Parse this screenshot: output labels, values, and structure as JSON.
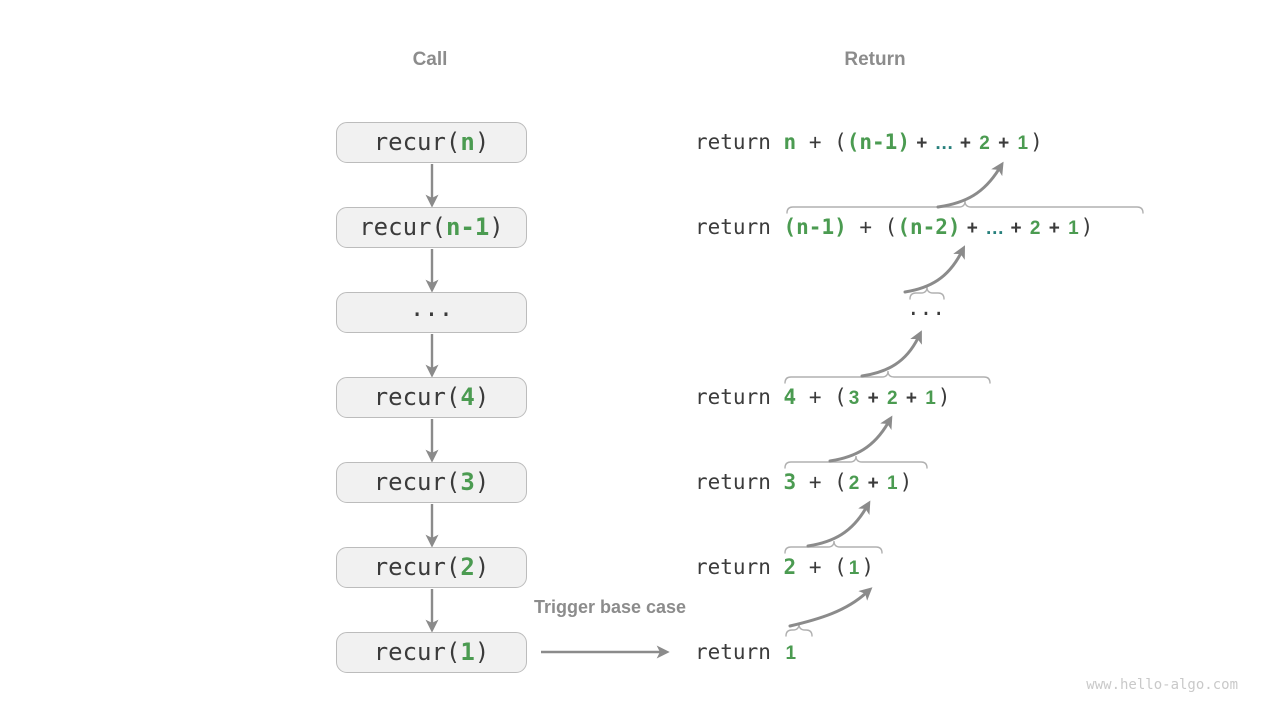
{
  "headers": {
    "call": "Call",
    "return": "Return"
  },
  "labels": {
    "trigger": "Trigger base case"
  },
  "watermark": "www.hello-algo.com",
  "colors": {
    "green": "#4b9b51",
    "teal": "#27807c",
    "dark": "#3b3b3b",
    "gray": "#8c8c8c",
    "arrow": "#8b8b8b",
    "brace": "#b0b0b0",
    "boxfill": "#f1f1f1",
    "boxborder": "#bcbcbc",
    "watermark": "#c9c9c9",
    "bg": "#ffffff"
  },
  "icons": [
    "down-arrow-icon",
    "right-arrow-icon",
    "curved-return-arrow-icon",
    "overbrace-icon"
  ],
  "call_stack": [
    {
      "label": "recur(n)",
      "segments": [
        {
          "t": "recur(",
          "s": "code"
        },
        {
          "t": "n",
          "s": "kw"
        },
        {
          "t": ")",
          "s": "code"
        }
      ]
    },
    {
      "label": "recur(n-1)",
      "segments": [
        {
          "t": "recur(",
          "s": "code"
        },
        {
          "t": "n-1",
          "s": "kw"
        },
        {
          "t": ")",
          "s": "code"
        }
      ]
    },
    {
      "label": "...",
      "segments": [
        {
          "t": "...",
          "s": "code"
        }
      ]
    },
    {
      "label": "recur(4)",
      "segments": [
        {
          "t": "recur(",
          "s": "code"
        },
        {
          "t": "4",
          "s": "kw"
        },
        {
          "t": ")",
          "s": "code"
        }
      ]
    },
    {
      "label": "recur(3)",
      "segments": [
        {
          "t": "recur(",
          "s": "code"
        },
        {
          "t": "3",
          "s": "kw"
        },
        {
          "t": ")",
          "s": "code"
        }
      ]
    },
    {
      "label": "recur(2)",
      "segments": [
        {
          "t": "recur(",
          "s": "code"
        },
        {
          "t": "2",
          "s": "kw"
        },
        {
          "t": ")",
          "s": "code"
        }
      ]
    },
    {
      "label": "recur(1)",
      "segments": [
        {
          "t": "recur(",
          "s": "code"
        },
        {
          "t": "1",
          "s": "kw"
        },
        {
          "t": ")",
          "s": "code"
        }
      ]
    }
  ],
  "return_rows": [
    {
      "label": "return n + ((n-1) + … + 2 + 1)",
      "segments": [
        {
          "t": "return ",
          "s": "code"
        },
        {
          "t": "n",
          "s": "kw"
        },
        {
          "t": " + (",
          "s": "code"
        },
        {
          "t": "(n-1)",
          "s": "kw"
        },
        {
          "t": " + ",
          "s": "plus"
        },
        {
          "t": "…",
          "s": "dots"
        },
        {
          "t": " + ",
          "s": "plus"
        },
        {
          "t": "2",
          "s": "num"
        },
        {
          "t": " + ",
          "s": "plus"
        },
        {
          "t": "1",
          "s": "num"
        },
        {
          "t": ")",
          "s": "code"
        }
      ]
    },
    {
      "label": "return (n-1) + ((n-2) + … + 2 + 1)",
      "segments": [
        {
          "t": "return ",
          "s": "code"
        },
        {
          "t": "(n-1)",
          "s": "kw"
        },
        {
          "t": " + (",
          "s": "code"
        },
        {
          "t": "(n-2)",
          "s": "kw"
        },
        {
          "t": " + ",
          "s": "plus"
        },
        {
          "t": "…",
          "s": "dots"
        },
        {
          "t": " + ",
          "s": "plus"
        },
        {
          "t": "2",
          "s": "num"
        },
        {
          "t": " + ",
          "s": "plus"
        },
        {
          "t": "1",
          "s": "num"
        },
        {
          "t": ")",
          "s": "code"
        }
      ]
    },
    {
      "label": "...",
      "segments": [
        {
          "t": "...",
          "s": "code"
        }
      ]
    },
    {
      "label": "return 4 + (3 + 2 + 1)",
      "segments": [
        {
          "t": "return ",
          "s": "code"
        },
        {
          "t": "4",
          "s": "kw"
        },
        {
          "t": " + (",
          "s": "code"
        },
        {
          "t": "3",
          "s": "num"
        },
        {
          "t": " + ",
          "s": "plus"
        },
        {
          "t": "2",
          "s": "num"
        },
        {
          "t": " + ",
          "s": "plus"
        },
        {
          "t": "1",
          "s": "num"
        },
        {
          "t": ")",
          "s": "code"
        }
      ]
    },
    {
      "label": "return 3 + (2 + 1)",
      "segments": [
        {
          "t": "return ",
          "s": "code"
        },
        {
          "t": "3",
          "s": "kw"
        },
        {
          "t": " + (",
          "s": "code"
        },
        {
          "t": "2",
          "s": "num"
        },
        {
          "t": " + ",
          "s": "plus"
        },
        {
          "t": "1",
          "s": "num"
        },
        {
          "t": ")",
          "s": "code"
        }
      ]
    },
    {
      "label": "return 2 + (1)",
      "segments": [
        {
          "t": "return ",
          "s": "code"
        },
        {
          "t": "2",
          "s": "kw"
        },
        {
          "t": " + (",
          "s": "code"
        },
        {
          "t": "1",
          "s": "num"
        },
        {
          "t": ")",
          "s": "code"
        }
      ]
    },
    {
      "label": "return 1",
      "segments": [
        {
          "t": "return ",
          "s": "code"
        },
        {
          "t": "1",
          "s": "num"
        }
      ]
    }
  ]
}
